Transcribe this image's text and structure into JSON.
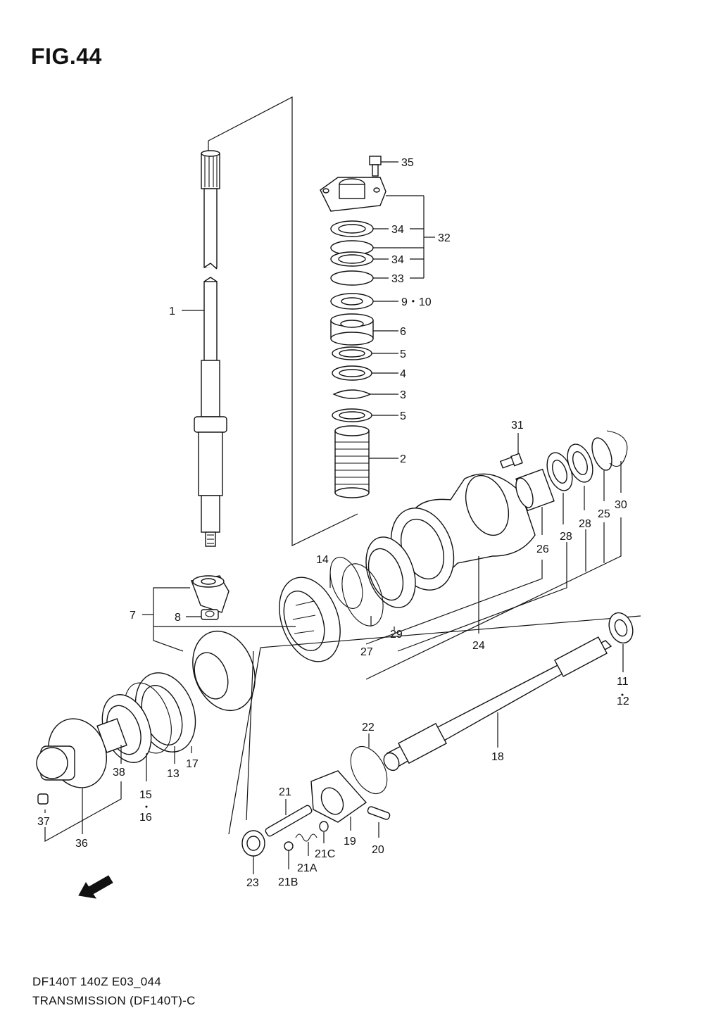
{
  "figure": {
    "title": "FIG.44"
  },
  "footer": {
    "line1": "DF140T 140Z E03_044",
    "line2": "TRANSMISSION (DF140T)-C"
  },
  "fwd_badge": {
    "text": "FWD",
    "icon": "fwd-arrow-icon"
  },
  "callouts": [
    {
      "label": "35"
    },
    {
      "label": "34"
    },
    {
      "label": "32"
    },
    {
      "label": "34"
    },
    {
      "label": "33"
    },
    {
      "label": "9・10"
    },
    {
      "label": "6"
    },
    {
      "label": "5"
    },
    {
      "label": "4"
    },
    {
      "label": "3"
    },
    {
      "label": "5"
    },
    {
      "label": "2"
    },
    {
      "label": "1"
    },
    {
      "label": "31"
    },
    {
      "label": "30"
    },
    {
      "label": "25"
    },
    {
      "label": "28"
    },
    {
      "label": "28"
    },
    {
      "label": "26"
    },
    {
      "label": "24"
    },
    {
      "label": "14"
    },
    {
      "label": "7"
    },
    {
      "label": "8"
    },
    {
      "label": "29"
    },
    {
      "label": "27"
    },
    {
      "label": "11"
    },
    {
      "label": "12"
    },
    {
      "label": "18"
    },
    {
      "label": "22"
    },
    {
      "label": "38"
    },
    {
      "label": "15"
    },
    {
      "label": "16"
    },
    {
      "label": "13"
    },
    {
      "label": "17"
    },
    {
      "label": "37"
    },
    {
      "label": "36"
    },
    {
      "label": "21"
    },
    {
      "label": "19"
    },
    {
      "label": "20"
    },
    {
      "label": "21C"
    },
    {
      "label": "21A"
    },
    {
      "label": "21B"
    },
    {
      "label": "23"
    }
  ]
}
